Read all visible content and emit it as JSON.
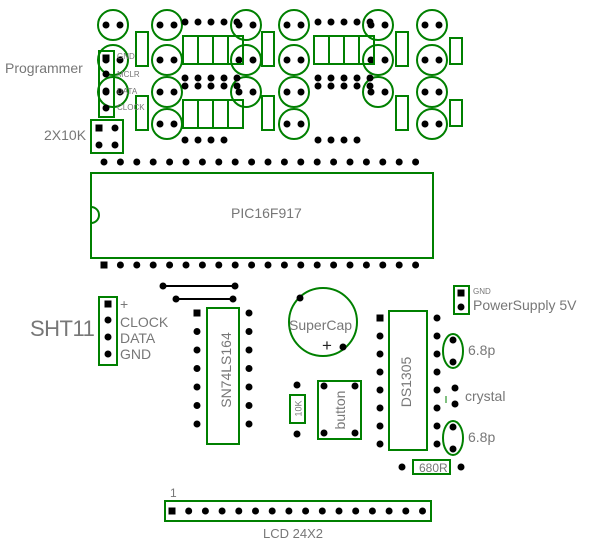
{
  "labels": {
    "programmer": "Programmer",
    "prog_pins": [
      "GND",
      "MCLR",
      "DATA",
      "CLOCK"
    ],
    "resistor_array": "2X10K",
    "mcu": "PIC16F917",
    "sensor": "SHT11",
    "sensor_pins": [
      "+",
      "CLOCK",
      "DATA",
      "GND"
    ],
    "supercap": "SuperCap",
    "supercap_plus": "+",
    "shift_reg": "SN74LS164",
    "pullup": "10K",
    "button": "button",
    "rtc": "DS1305",
    "power_gnd": "GND",
    "power": "PowerSupply 5V",
    "cap1": "6.8p",
    "crystal": "crystal",
    "cap2": "6.8p",
    "resistor": "680R",
    "lcd_pin1": "1",
    "lcd": "LCD 24X2"
  },
  "colors": {
    "trace": "#008000",
    "pad": "#000000",
    "text": "#777777",
    "background": "#ffffff"
  }
}
